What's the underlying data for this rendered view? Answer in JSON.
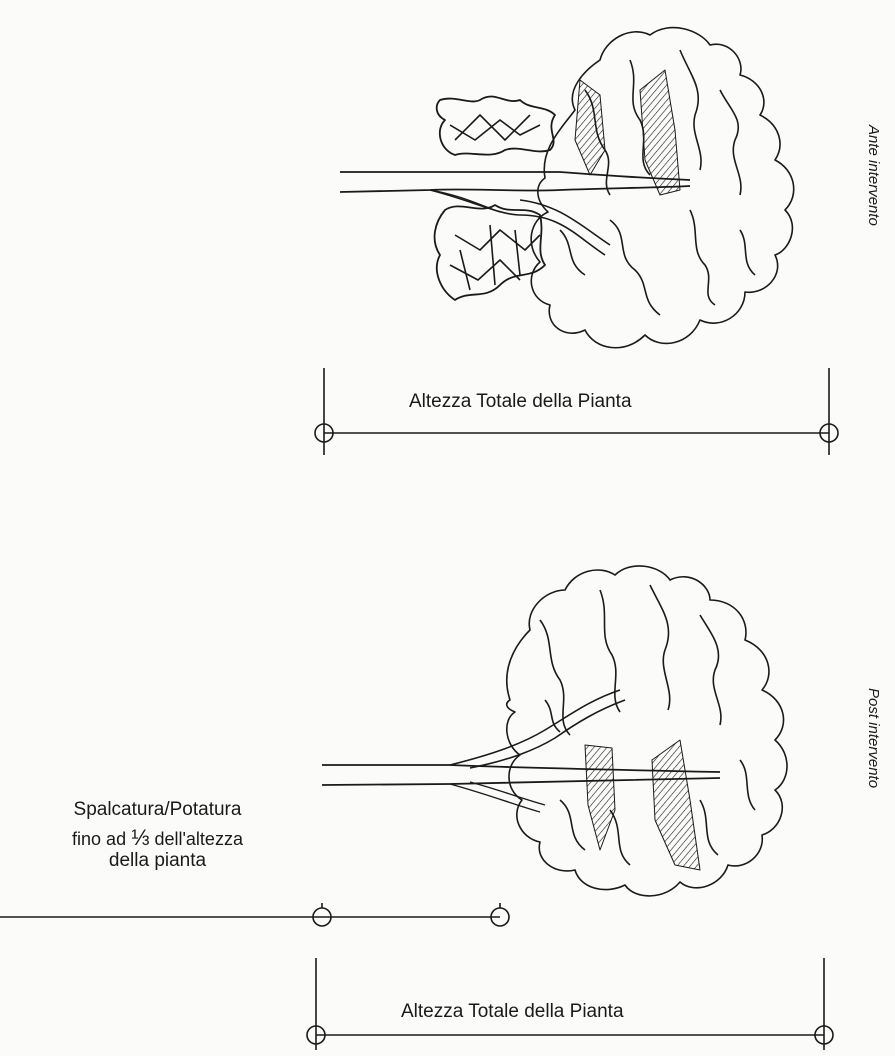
{
  "top_figure": {
    "side_label": "Ante intervento",
    "dimension_label": "Altezza Totale della Pianta"
  },
  "bottom_figure": {
    "side_label": "Post intervento",
    "dimension_label": "Altezza Totale della Pianta",
    "note": {
      "line1": "Spalcatura/Potatura",
      "line2_prefix": "fino ad",
      "line2_fraction": "⅓",
      "line2_suffix": "dell'altezza",
      "line3": "della pianta"
    }
  },
  "colors": {
    "ink": "#1a1a1a",
    "paper": "#fbfbfa"
  }
}
